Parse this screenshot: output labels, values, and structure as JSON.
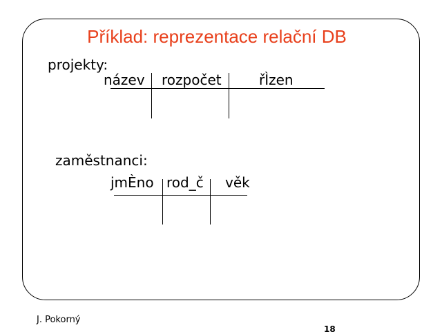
{
  "slide": {
    "title": "Příklad: reprezentace relační DB",
    "footer_author": "J. Pokorný",
    "page_number": "18"
  },
  "tables": [
    {
      "name": "projekty:",
      "columns": [
        "název",
        "rozpočet",
        "řÌzen"
      ]
    },
    {
      "name": "zaměstnanci:",
      "columns": [
        "jmÈno",
        "rod_č",
        "věk"
      ]
    }
  ],
  "colors": {
    "title": "#e8401c",
    "text": "#000000",
    "background": "#ffffff"
  }
}
